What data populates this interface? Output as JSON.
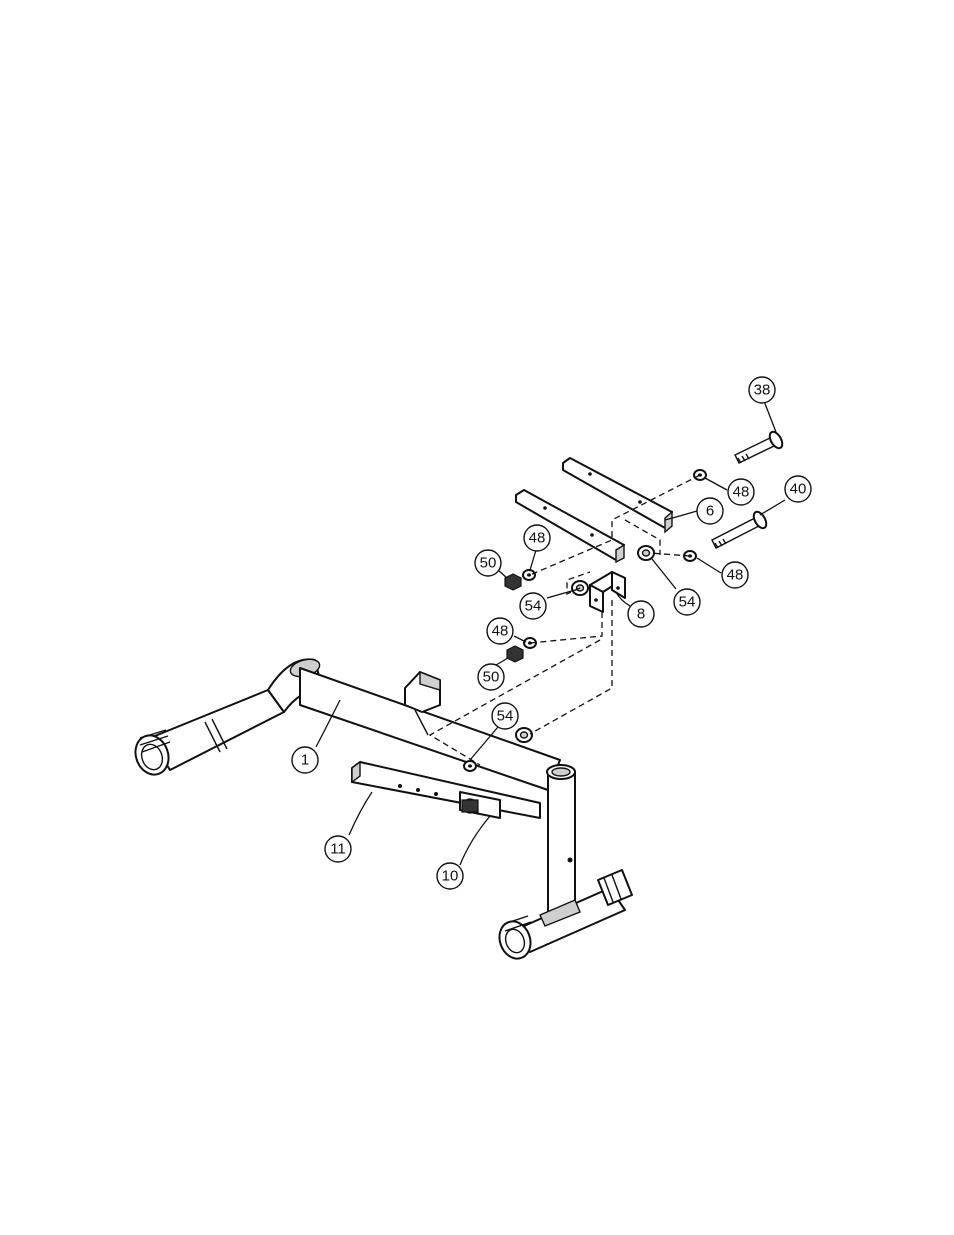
{
  "diagram": {
    "callouts": [
      {
        "id": "c38",
        "label": "38"
      },
      {
        "id": "c48a",
        "label": "48"
      },
      {
        "id": "c40",
        "label": "40"
      },
      {
        "id": "c6",
        "label": "6"
      },
      {
        "id": "c48b",
        "label": "48"
      },
      {
        "id": "c50a",
        "label": "50"
      },
      {
        "id": "c54a",
        "label": "54"
      },
      {
        "id": "c8",
        "label": "8"
      },
      {
        "id": "c54b",
        "label": "54"
      },
      {
        "id": "c48c",
        "label": "48"
      },
      {
        "id": "c48d",
        "label": "48"
      },
      {
        "id": "c50b",
        "label": "50"
      },
      {
        "id": "c54c",
        "label": "54"
      },
      {
        "id": "c1",
        "label": "1"
      },
      {
        "id": "c11",
        "label": "11"
      },
      {
        "id": "c10",
        "label": "10"
      }
    ]
  }
}
